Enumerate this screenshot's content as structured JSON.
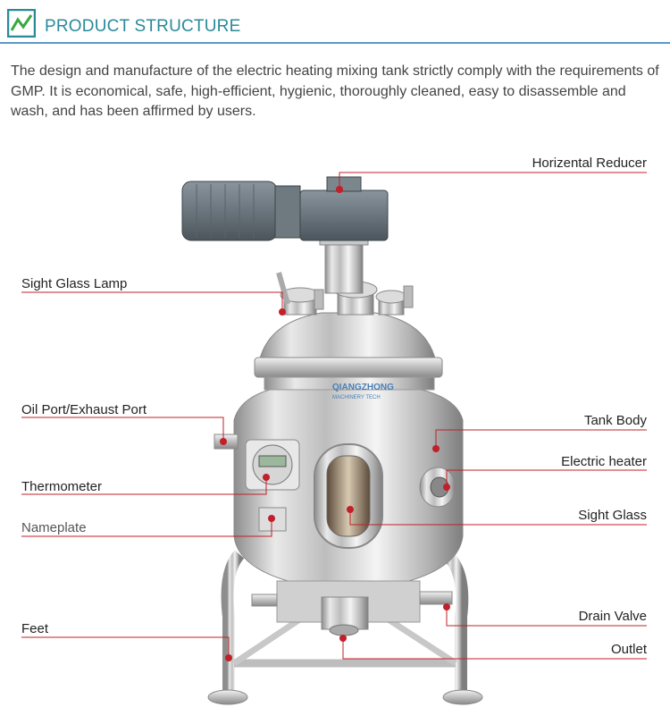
{
  "header": {
    "title": "PRODUCT STRUCTURE",
    "logo_icon": "product-structure-logo-icon"
  },
  "intro": {
    "text": "The design and manufacture of the electric heating mixing tank strictly comply with the requirements of GMP. It is economical, safe, high-efficient, hygienic, thoroughly cleaned, easy to disassemble and wash, and has been affirmed by users."
  },
  "brand": {
    "name": "QIANGZHONG",
    "sub": "MACHINERY TECH"
  },
  "labels": {
    "horizontal_reducer": "Horizental Reducer",
    "sight_glass_lamp": "Sight Glass Lamp",
    "oil_port": "Oil Port/Exhaust Port",
    "tank_body": "Tank Body",
    "electric_heater": "Electric heater",
    "thermometer": "Thermometer",
    "sight_glass": "Sight Glass",
    "nameplate": "Nameplate",
    "drain_valve": "Drain Valve",
    "feet": "Feet",
    "outlet": "Outlet"
  },
  "colors": {
    "accent": "#2a8a9a",
    "rule": "#5a98c8",
    "callout": "#c0202a",
    "motor": "#6e7880"
  }
}
